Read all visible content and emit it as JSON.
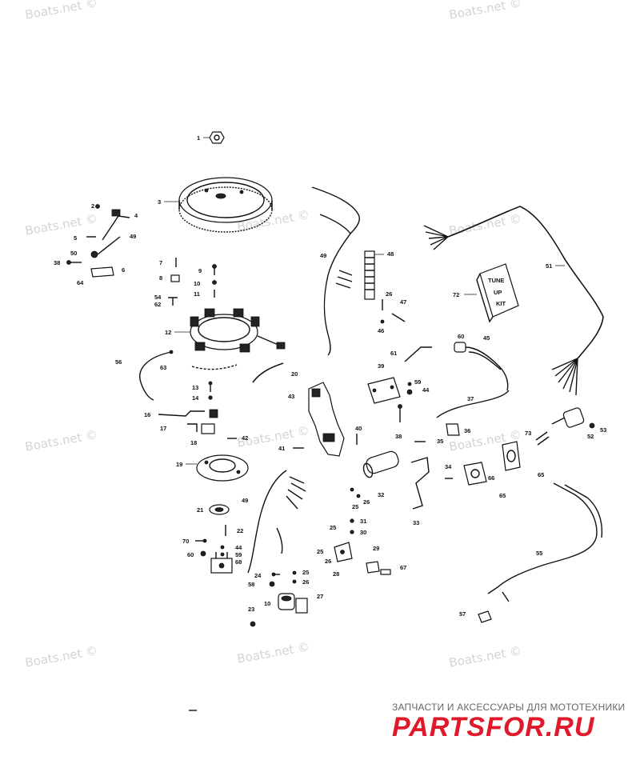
{
  "watermark": "Boats.net ©",
  "kit_label": [
    "TUNE",
    "UP",
    "KIT"
  ],
  "footer": {
    "caption": "ЗАПЧАСТИ И АКСЕССУАРЫ ДЛЯ МОТОТЕХНИКИ",
    "logo": "PARTSFOR.RU"
  },
  "callouts": {
    "c1": "1",
    "c2": "2",
    "c3": "3",
    "c4": "4",
    "c5": "5",
    "c6": "6",
    "c7": "7",
    "c8": "8",
    "c9": "9",
    "c10": "10",
    "c10b": "10",
    "c11": "11",
    "c12": "12",
    "c13": "13",
    "c14": "14",
    "c16": "16",
    "c17": "17",
    "c18": "18",
    "c19": "19",
    "c20": "20",
    "c21": "21",
    "c22": "22",
    "c23": "23",
    "c24": "24",
    "c25a": "25",
    "c25b": "25",
    "c25c": "25",
    "c25d": "25",
    "c26a": "26",
    "c26b": "26",
    "c26c": "26",
    "c26d": "26",
    "c27": "27",
    "c28": "28",
    "c29": "29",
    "c30": "30",
    "c31": "31",
    "c32": "32",
    "c33": "33",
    "c34": "34",
    "c35": "35",
    "c36": "36",
    "c37": "37",
    "c38a": "38",
    "c38b": "38",
    "c39": "39",
    "c40": "40",
    "c41": "41",
    "c42": "42",
    "c43": "43",
    "c44a": "44",
    "c44b": "44",
    "c45": "45",
    "c46": "46",
    "c47": "47",
    "c48": "48",
    "c49a": "49",
    "c49b": "49",
    "c49c": "49",
    "c50": "50",
    "c51": "51",
    "c52": "52",
    "c53": "53",
    "c54": "54",
    "c55": "55",
    "c56": "56",
    "c57": "57",
    "c58": "58",
    "c59a": "59",
    "c59b": "59",
    "c60a": "60",
    "c60b": "60",
    "c61": "61",
    "c62": "62",
    "c63": "63",
    "c64": "64",
    "c65a": "65",
    "c65b": "65",
    "c66": "66",
    "c67": "67",
    "c68": "68",
    "c70": "70",
    "c72": "72",
    "c73": "73"
  }
}
